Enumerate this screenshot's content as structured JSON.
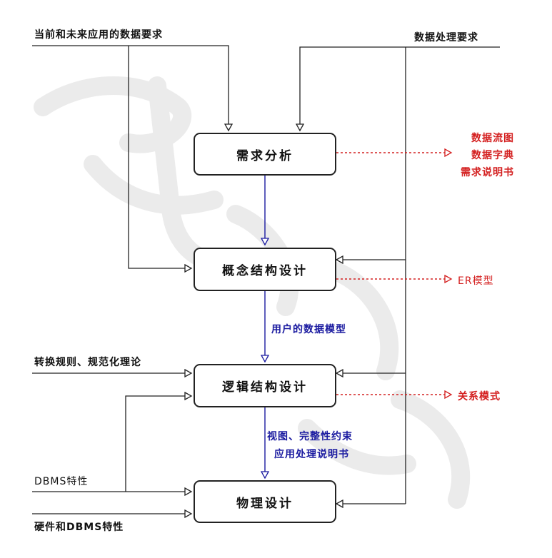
{
  "boxes": {
    "req": "需求分析",
    "concept": "概念结构设计",
    "logic": "逻辑结构设计",
    "physical": "物理设计"
  },
  "inputs": {
    "current_future": "当前和未来应用的数据要求",
    "processing": "数据处理要求",
    "rules": "转换规则、规范化理论",
    "dbms": "DBMS特性",
    "hw_dbms": "硬件和DBMS特性"
  },
  "outputs": {
    "req": [
      "数据流图",
      "数据字典",
      "需求说明书"
    ],
    "concept": "ER模型",
    "logic": "关系模式"
  },
  "flow_labels": {
    "user_model": "用户的数据模型",
    "logic_to_phys": [
      "视图、完整性约束",
      "应用处理说明书"
    ]
  },
  "colors": {
    "box_stroke": "#222222",
    "flow": "#1a1aa0",
    "output": "#d42020",
    "watermark": "#e8e8e8"
  }
}
